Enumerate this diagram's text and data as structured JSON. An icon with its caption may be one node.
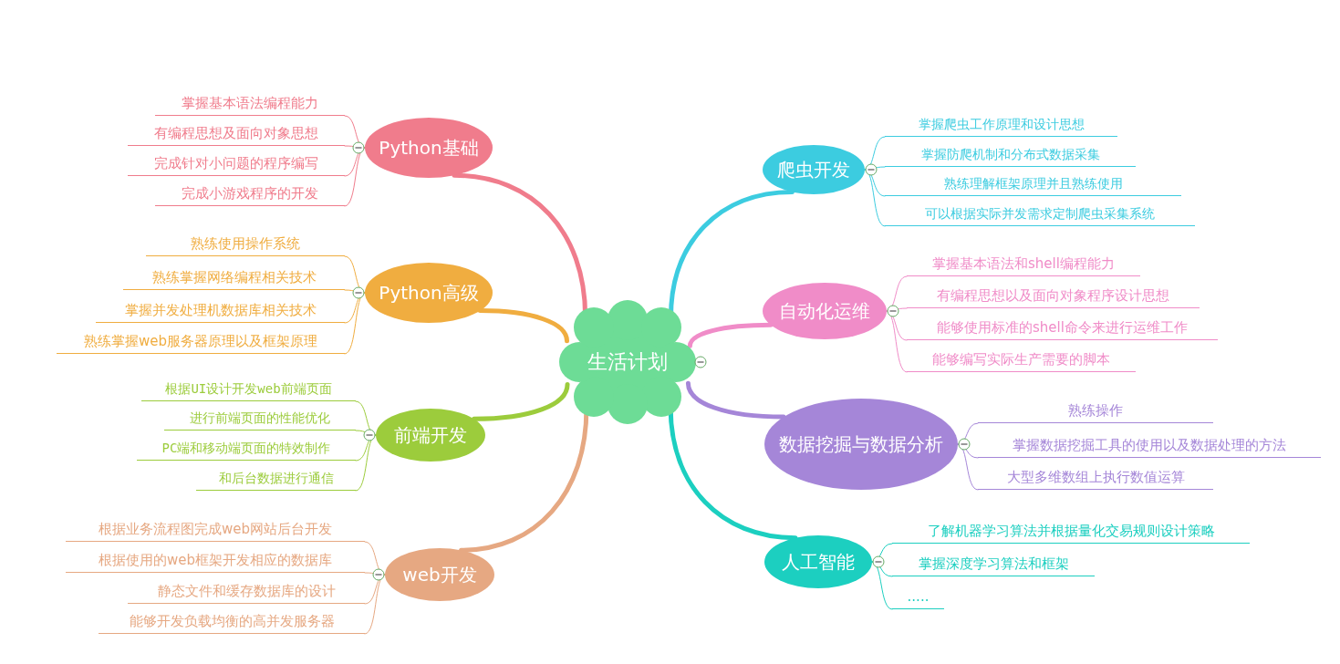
{
  "diagram": {
    "nodes": [
      {
        "text": [
          "生活计划"
        ]
      },
      {
        "text": [
          "Python基础"
        ]
      },
      {
        "text": [
          "掌握基本语法编程能力"
        ]
      },
      {
        "text": [
          "有编程思想及面向对象思想"
        ]
      },
      {
        "text": [
          "完成针对小问题的程序编写"
        ]
      },
      {
        "text": [
          "完成小游戏程序的开发"
        ]
      },
      {
        "text": [
          "Python高级"
        ]
      },
      {
        "text": [
          "熟练使用操作系统"
        ]
      },
      {
        "text": [
          "熟练掌握网络编程相关技术"
        ]
      },
      {
        "text": [
          "掌握并发处理机数据库相关技术"
        ]
      },
      {
        "text": [
          "熟练掌握web服务器原理以及框架原理"
        ]
      },
      {
        "text": [
          "前端开发"
        ]
      },
      {
        "text": [
          "根据UI设计开发web前端页面"
        ]
      },
      {
        "text": [
          "进行前端页面的性能优化"
        ]
      },
      {
        "text": [
          "PC端和移动端页面的特效制作"
        ]
      },
      {
        "text": [
          "和后台数据进行通信"
        ]
      },
      {
        "text": [
          "web开发"
        ]
      },
      {
        "text": [
          "根据业务流程图完成web网站后台开发"
        ]
      },
      {
        "text": [
          "根据使用的web框架开发相应的数据库"
        ]
      },
      {
        "text": [
          "静态文件和缓存数据库的设计"
        ]
      },
      {
        "text": [
          "能够开发负载均衡的高并发服务器"
        ]
      },
      {
        "text": [
          "爬虫开发"
        ]
      },
      {
        "text": [
          "掌握爬虫工作原理和设计思想"
        ]
      },
      {
        "text": [
          "掌握防爬机制和分布式数据采集"
        ]
      },
      {
        "text": [
          "熟练理解框架原理并且熟练使用"
        ]
      },
      {
        "text": [
          "可以根据实际并发需求定制爬虫采集系统"
        ]
      },
      {
        "text": [
          "自动化运维"
        ]
      },
      {
        "text": [
          "掌握基本语法和shell编程能力"
        ]
      },
      {
        "text": [
          "有编程思想以及面向对象程序设计思想"
        ]
      },
      {
        "text": [
          "能够使用标准的shell命令来进行运维工作"
        ]
      },
      {
        "text": [
          "能够编写实际生产需要的脚本"
        ]
      },
      {
        "text": [
          "数据挖掘与数据分析"
        ]
      },
      {
        "text": [
          "熟练操作"
        ]
      },
      {
        "text": [
          "掌握数据挖掘工具的使用以及数据处理的方法"
        ]
      },
      {
        "text": [
          "大型多维数组上执行数值运算"
        ]
      },
      {
        "text": [
          "人工智能"
        ]
      },
      {
        "text": [
          "了解机器学习算法并根据量化交易规则设计策略"
        ]
      },
      {
        "text": [
          "掌握深度学习算法和框架"
        ]
      },
      {
        "text": [
          "....."
        ]
      }
    ],
    "edges": [
      {
        "from": 0,
        "to": 1,
        "arrow": "none",
        "style": "thick",
        "color": "#f07c8c"
      },
      {
        "from": 0,
        "to": 6,
        "arrow": "none",
        "style": "thick",
        "color": "#f0ad40"
      },
      {
        "from": 0,
        "to": 11,
        "arrow": "none",
        "style": "thick",
        "color": "#9ccc3c"
      },
      {
        "from": 0,
        "to": 16,
        "arrow": "none",
        "style": "thick",
        "color": "#e6a882"
      },
      {
        "from": 0,
        "to": 21,
        "arrow": "none",
        "style": "thick",
        "color": "#3ccce0"
      },
      {
        "from": 0,
        "to": 26,
        "arrow": "none",
        "style": "thick",
        "color": "#f08cc8"
      },
      {
        "from": 0,
        "to": 31,
        "arrow": "none",
        "style": "thick",
        "color": "#a586d8"
      },
      {
        "from": 0,
        "to": 35,
        "arrow": "none",
        "style": "thick",
        "color": "#1ccfc0"
      },
      {
        "from": 1,
        "to": 2,
        "arrow": "none",
        "color": "#f07c8c"
      },
      {
        "from": 1,
        "to": 3,
        "arrow": "none",
        "color": "#f07c8c"
      },
      {
        "from": 1,
        "to": 4,
        "arrow": "none",
        "color": "#f07c8c"
      },
      {
        "from": 1,
        "to": 5,
        "arrow": "none",
        "color": "#f07c8c"
      },
      {
        "from": 6,
        "to": 7,
        "arrow": "none",
        "color": "#f0ad40"
      },
      {
        "from": 6,
        "to": 8,
        "arrow": "none",
        "color": "#f0ad40"
      },
      {
        "from": 6,
        "to": 9,
        "arrow": "none",
        "color": "#f0ad40"
      },
      {
        "from": 6,
        "to": 10,
        "arrow": "none",
        "color": "#f0ad40"
      },
      {
        "from": 11,
        "to": 12,
        "arrow": "none",
        "color": "#9ccc3c"
      },
      {
        "from": 11,
        "to": 13,
        "arrow": "none",
        "color": "#9ccc3c"
      },
      {
        "from": 11,
        "to": 14,
        "arrow": "none",
        "color": "#9ccc3c"
      },
      {
        "from": 11,
        "to": 15,
        "arrow": "none",
        "color": "#9ccc3c"
      },
      {
        "from": 16,
        "to": 17,
        "arrow": "none",
        "color": "#e6a882"
      },
      {
        "from": 16,
        "to": 18,
        "arrow": "none",
        "color": "#e6a882"
      },
      {
        "from": 16,
        "to": 19,
        "arrow": "none",
        "color": "#e6a882"
      },
      {
        "from": 16,
        "to": 20,
        "arrow": "none",
        "color": "#e6a882"
      },
      {
        "from": 21,
        "to": 22,
        "arrow": "none",
        "color": "#3ccce0"
      },
      {
        "from": 21,
        "to": 23,
        "arrow": "none",
        "color": "#3ccce0"
      },
      {
        "from": 21,
        "to": 24,
        "arrow": "none",
        "color": "#3ccce0"
      },
      {
        "from": 21,
        "to": 25,
        "arrow": "none",
        "color": "#3ccce0"
      },
      {
        "from": 26,
        "to": 27,
        "arrow": "none",
        "color": "#f08cc8"
      },
      {
        "from": 26,
        "to": 28,
        "arrow": "none",
        "color": "#f08cc8"
      },
      {
        "from": 26,
        "to": 29,
        "arrow": "none",
        "color": "#f08cc8"
      },
      {
        "from": 26,
        "to": 30,
        "arrow": "none",
        "color": "#f08cc8"
      },
      {
        "from": 31,
        "to": 32,
        "arrow": "none",
        "color": "#a586d8"
      },
      {
        "from": 31,
        "to": 33,
        "arrow": "none",
        "color": "#a586d8"
      },
      {
        "from": 31,
        "to": 34,
        "arrow": "none",
        "color": "#a586d8"
      },
      {
        "from": 35,
        "to": 36,
        "arrow": "none",
        "color": "#1ccfc0"
      },
      {
        "from": 35,
        "to": 37,
        "arrow": "none",
        "color": "#1ccfc0"
      },
      {
        "from": 35,
        "to": 38,
        "arrow": "none",
        "color": "#1ccfc0"
      }
    ]
  }
}
